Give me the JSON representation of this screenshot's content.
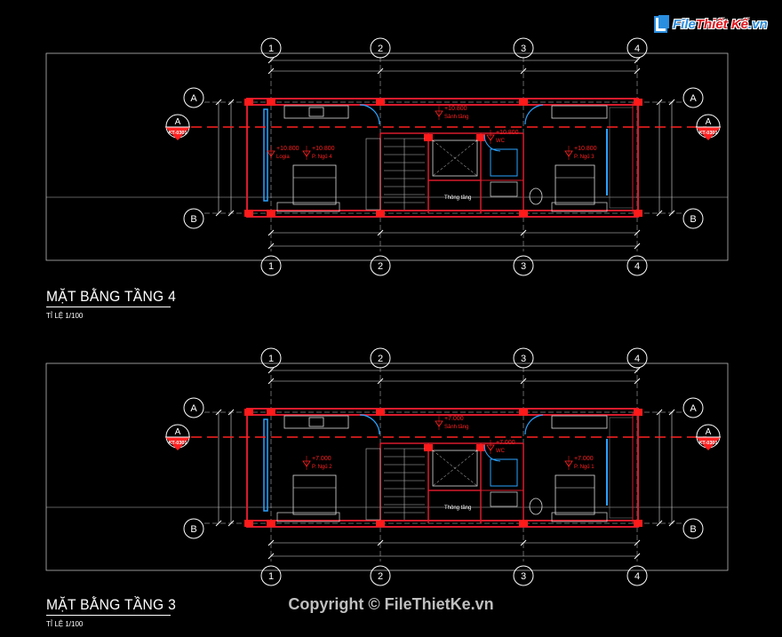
{
  "logo": {
    "text_main": "File",
    "text_accent": "Thiết Kế",
    "text_suffix": ".vn"
  },
  "plans": [
    {
      "title": "MẶT BẰNG TẦNG 4",
      "scale": "TỈ LỆ 1/100",
      "axes_x": [
        "1",
        "2",
        "3",
        "4"
      ],
      "axes_y": [
        "A",
        "B"
      ],
      "section_tag": {
        "letter": "A",
        "sheet": "KT-0301"
      },
      "level_main": "+10.800",
      "level_rooms": "+10.800",
      "room_left": "P. Ngủ 4",
      "room_right": "P. Ngủ 3",
      "room_hall": "Sảnh tầng",
      "room_stair": "Thông tầng",
      "room_wc": "WC",
      "room_left_sub": "Logia"
    },
    {
      "title": "MẶT BẰNG TẦNG 3",
      "scale": "TỈ LỆ 1/100",
      "axes_x": [
        "1",
        "2",
        "3",
        "4"
      ],
      "axes_y": [
        "A",
        "B"
      ],
      "section_tag": {
        "letter": "A",
        "sheet": "KT-0301"
      },
      "level_main": "+7.000",
      "level_rooms": "+7.000",
      "room_left": "P. Ngủ 2",
      "room_right": "P. Ngủ 1",
      "room_hall": "Sảnh tầng",
      "room_stair": "Thông tầng",
      "room_wc": "WC",
      "room_left_sub": ""
    }
  ],
  "copyright": "Copyright © FileThietKe.vn",
  "colors": {
    "wall": "#d81b2c",
    "column": "#ff1a1a",
    "dim": "#dcdcdc",
    "glass": "#2aa3ff",
    "bubble": "#ffffff",
    "section": "#ff2020",
    "hatch": "#8a8a8a"
  }
}
